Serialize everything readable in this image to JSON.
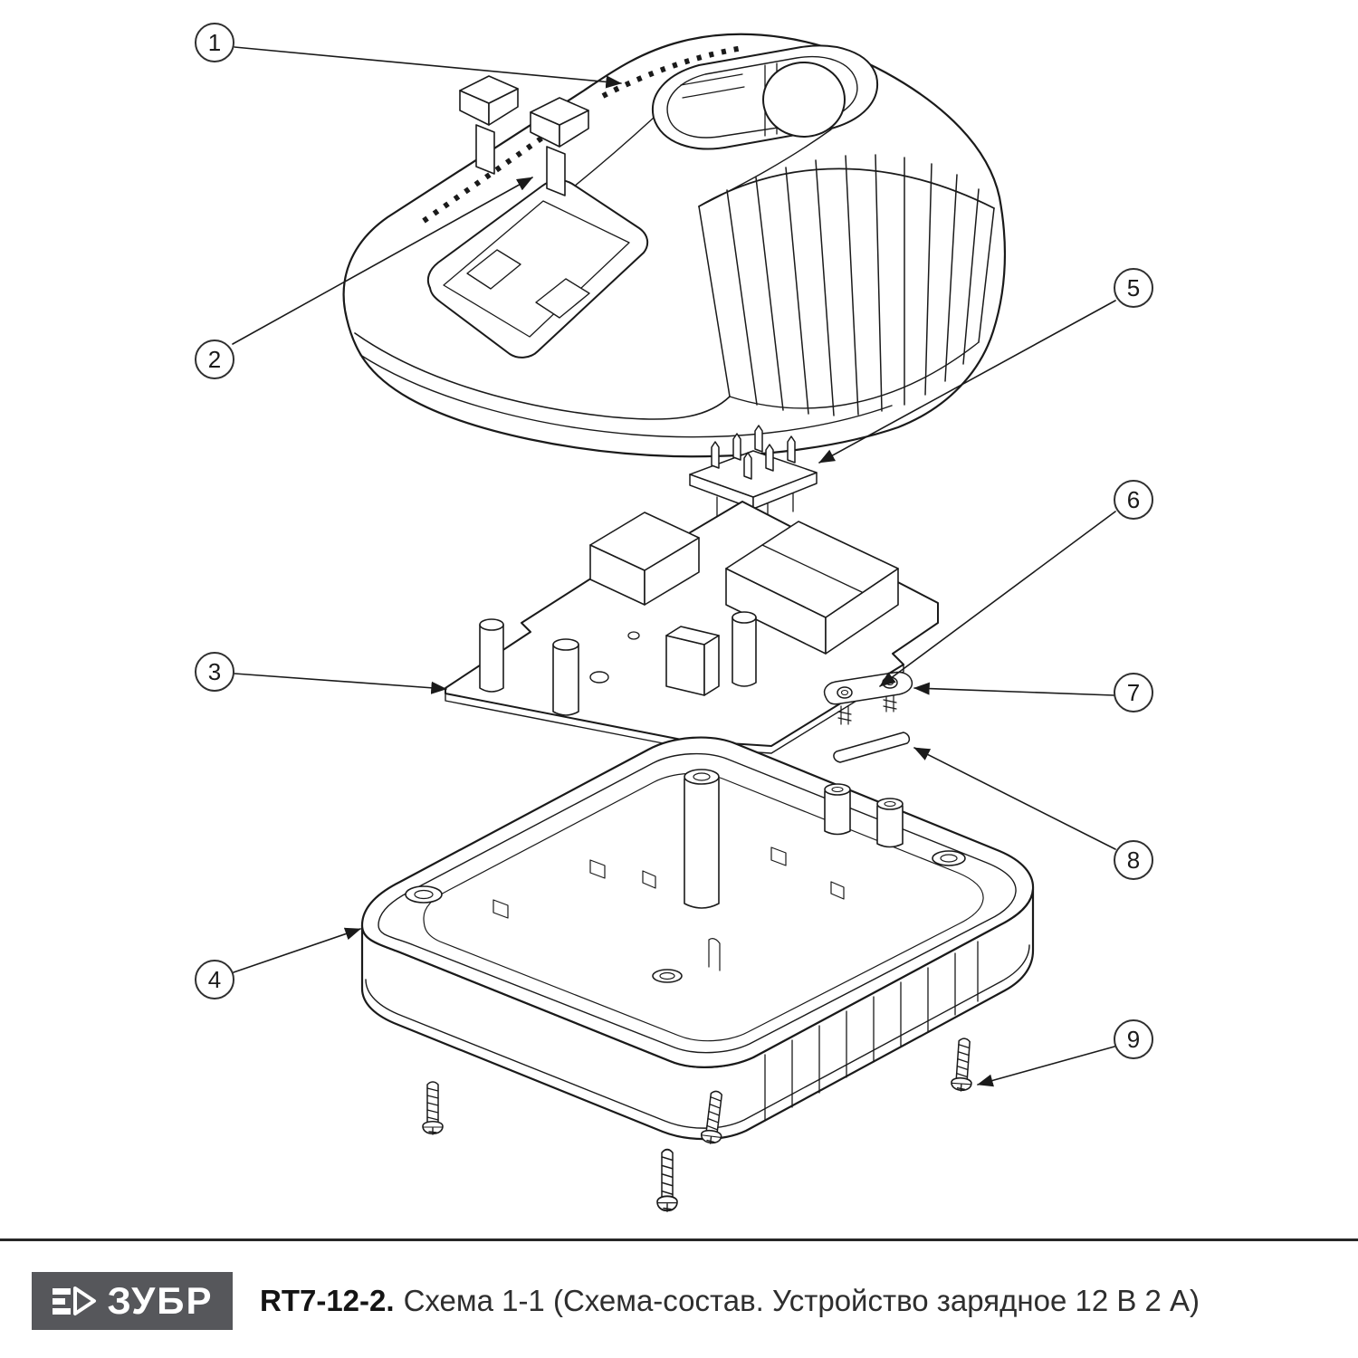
{
  "diagram": {
    "callouts": [
      {
        "label": "1"
      },
      {
        "label": "2"
      },
      {
        "label": "3"
      },
      {
        "label": "4"
      },
      {
        "label": "5"
      },
      {
        "label": "6"
      },
      {
        "label": "7"
      },
      {
        "label": "8"
      },
      {
        "label": "9"
      }
    ]
  },
  "footer": {
    "logo_text": "ЗУБР",
    "model": "RT7-12-2.",
    "caption": "Схема 1-1 (Схема-состав. Устройство зарядное 12 В 2 А)"
  },
  "colors": {
    "line": "#1a1a1a",
    "logo_background": "#56575b",
    "logo_text_color": "#ffffff"
  }
}
